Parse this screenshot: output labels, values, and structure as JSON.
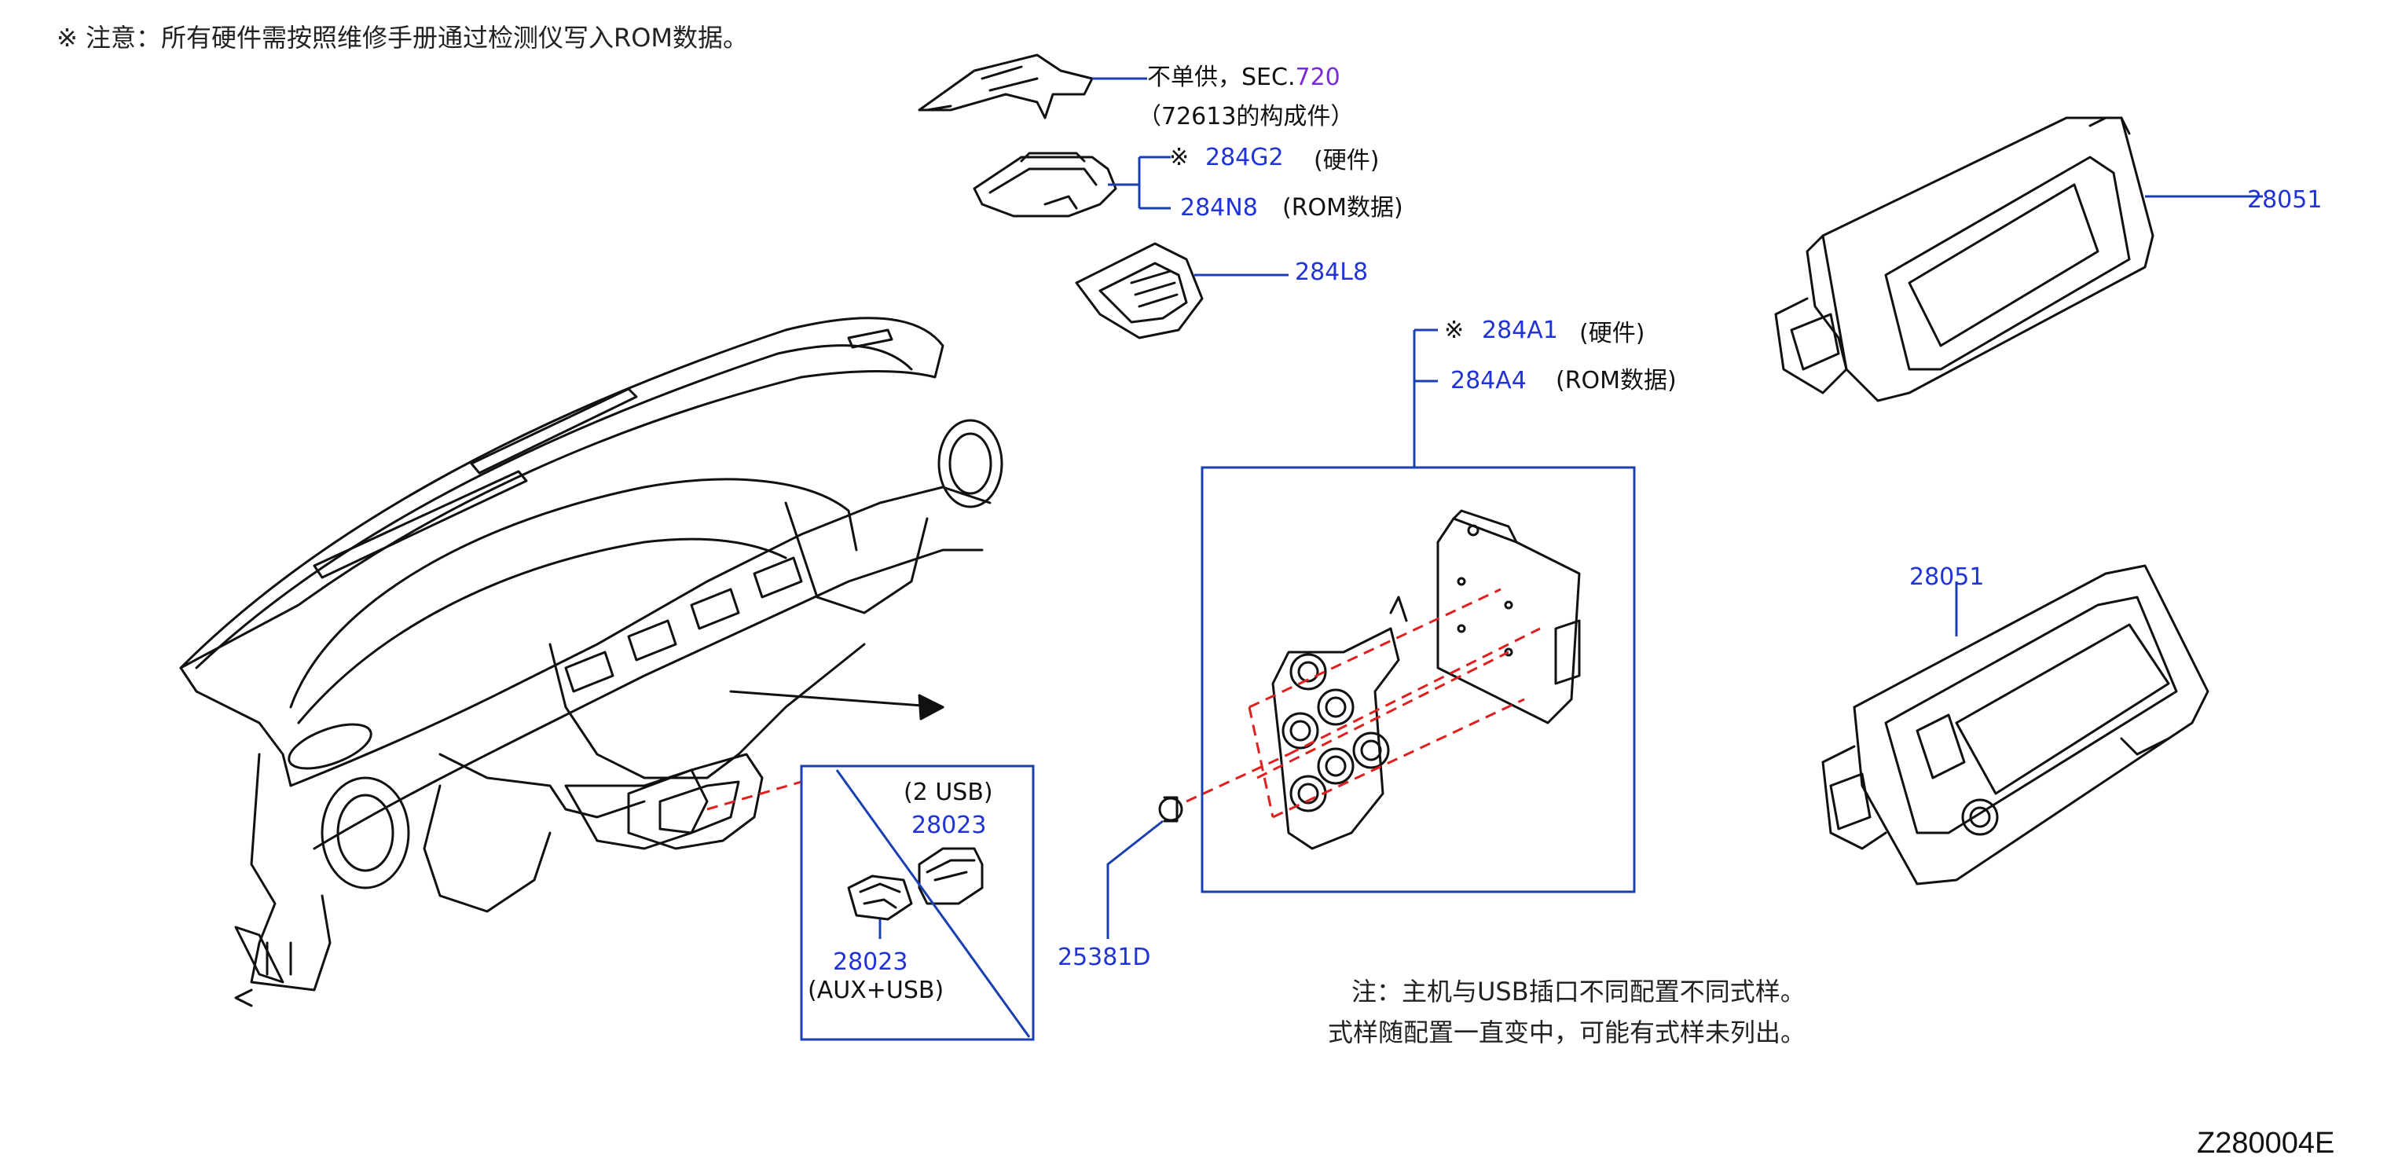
{
  "header_note": "※ 注意：所有硬件需按照维修手册通过检测仪写入ROM数据。",
  "sec_label": "不单供，SEC.",
  "sec_number": "720",
  "sec_sub": "（72613的构成件）",
  "parts": {
    "p284G2": "284G2",
    "p284G2_mark": "※",
    "p284G2_desc": "(硬件)",
    "p284N8": "284N8",
    "p284N8_desc": "(ROM数据)",
    "p284L8": "284L8",
    "p284A1": "284A1",
    "p284A1_mark": "※",
    "p284A1_desc": "(硬件)",
    "p284A4": "284A4",
    "p284A4_desc": "(ROM数据)",
    "p28051_a": "28051",
    "p28051_b": "28051",
    "p25381D": "25381D",
    "p28023_a": "28023",
    "p28023_a_desc": "(2   USB)",
    "p28023_b": "28023",
    "p28023_b_desc": "(AUX+USB)"
  },
  "bottom_note_line1": "注：主机与USB插口不同配置不同式样。",
  "bottom_note_line2": "式样随配置一直变中，可能有式样未列出。",
  "diagram_code": "Z280004E",
  "colors": {
    "callout": "#1f33d6",
    "leader": "#1a3fb0",
    "dash": "#e0201f",
    "ink": "#111111"
  }
}
